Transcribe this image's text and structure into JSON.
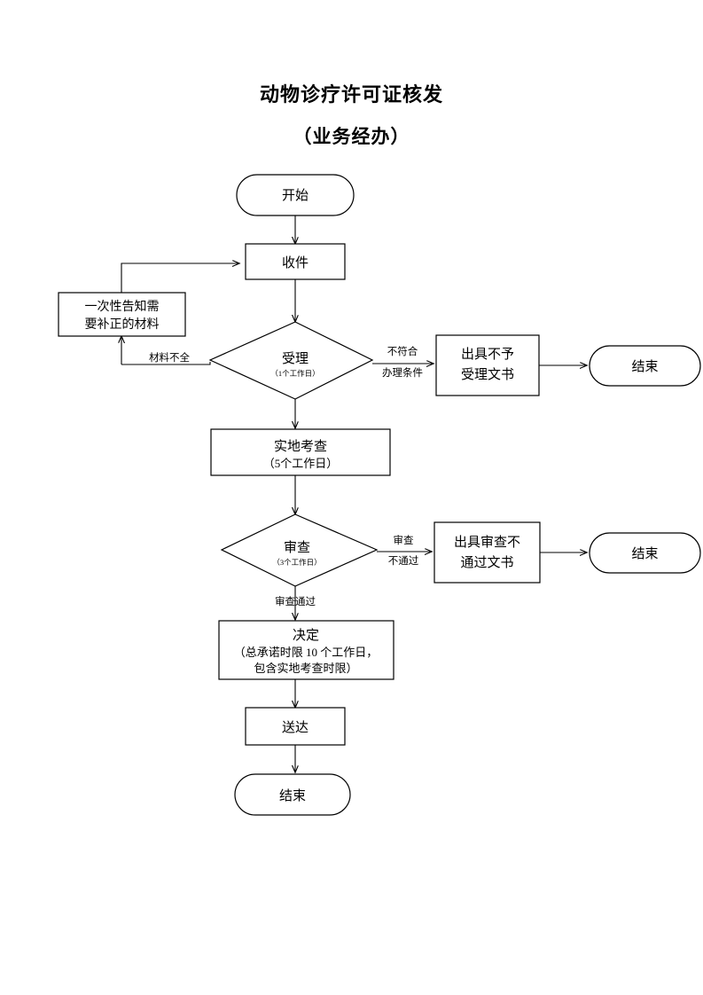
{
  "document": {
    "title_main": "动物诊疗许可证核发",
    "title_sub": "（业务经办）"
  },
  "flowchart": {
    "type": "process-flow-diagram",
    "orientation": "top-to-bottom",
    "nodes": [
      {
        "id": "start",
        "shape": "rounded-rect",
        "label": "开始",
        "sublabels": []
      },
      {
        "id": "receive",
        "shape": "rect",
        "label": "收件",
        "sublabels": []
      },
      {
        "id": "notify",
        "shape": "rect",
        "label": "一次性告知需",
        "sublabels": [
          "要补正的材料"
        ]
      },
      {
        "id": "accept",
        "shape": "diamond",
        "label": "受理",
        "sublabels": [
          "（1个工作日）"
        ]
      },
      {
        "id": "reject-doc",
        "shape": "rect",
        "label": "出具不予",
        "sublabels": [
          "受理文书"
        ]
      },
      {
        "id": "end-1",
        "shape": "rounded-rect",
        "label": "结束",
        "sublabels": []
      },
      {
        "id": "field-check",
        "shape": "rect",
        "label": "实地考查",
        "sublabels": [
          "（5个工作日）"
        ]
      },
      {
        "id": "review",
        "shape": "diamond",
        "label": "审查",
        "sublabels": [
          "（3个工作日）"
        ]
      },
      {
        "id": "fail-doc",
        "shape": "rect",
        "label": "出具审查不",
        "sublabels": [
          "通过文书"
        ]
      },
      {
        "id": "end-2",
        "shape": "rounded-rect",
        "label": "结束",
        "sublabels": []
      },
      {
        "id": "decision",
        "shape": "rect",
        "label": "决定",
        "sublabels": [
          "（总承诺时限 10 个工作日，",
          "包含实地考查时限）"
        ]
      },
      {
        "id": "deliver",
        "shape": "rect",
        "label": "送达",
        "sublabels": []
      },
      {
        "id": "end-3",
        "shape": "rounded-rect",
        "label": "结束",
        "sublabels": []
      }
    ],
    "edges": [
      {
        "from": "start",
        "to": "receive",
        "label": ""
      },
      {
        "from": "receive",
        "to": "accept",
        "label": ""
      },
      {
        "from": "accept",
        "to": "notify",
        "label": "材料不全"
      },
      {
        "from": "notify",
        "to": "receive",
        "label": ""
      },
      {
        "from": "accept",
        "to": "reject-doc",
        "label": "不符合\n办理条件"
      },
      {
        "from": "reject-doc",
        "to": "end-1",
        "label": ""
      },
      {
        "from": "accept",
        "to": "field-check",
        "label": ""
      },
      {
        "from": "field-check",
        "to": "review",
        "label": ""
      },
      {
        "from": "review",
        "to": "fail-doc",
        "label": "审查\n不通过"
      },
      {
        "from": "fail-doc",
        "to": "end-2",
        "label": ""
      },
      {
        "from": "review",
        "to": "decision",
        "label": "审查通过"
      },
      {
        "from": "decision",
        "to": "deliver",
        "label": ""
      },
      {
        "from": "deliver",
        "to": "end-3",
        "label": ""
      }
    ],
    "edge_labels": {
      "material_incomplete": "材料不全",
      "not_qualified_line1": "不符合",
      "not_qualified_line2": "办理条件",
      "review_fail_line1": "审查",
      "review_fail_line2": "不通过",
      "review_pass": "审查通过"
    },
    "colors": {
      "stroke": "#000000",
      "fill": "#ffffff",
      "text": "#000000"
    }
  }
}
